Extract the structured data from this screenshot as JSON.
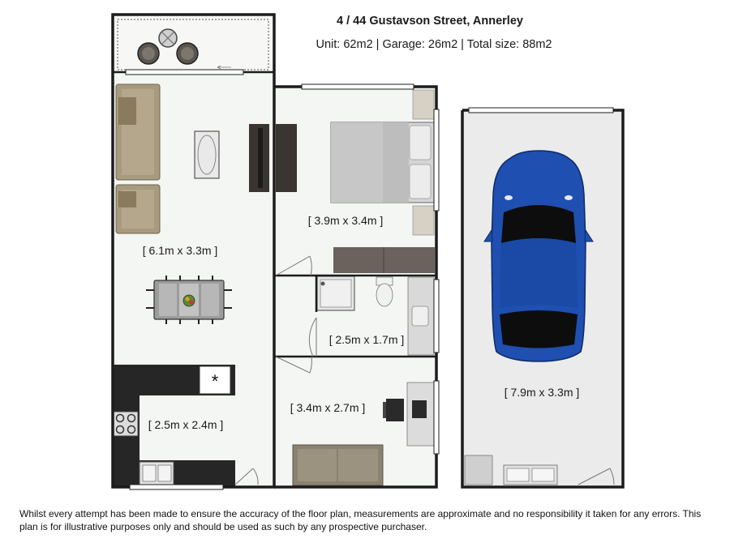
{
  "header": {
    "title": "4 / 44 Gustavson Street, Annerley",
    "subtitle": "Unit: 62m2 | Garage: 26m2 | Total size: 88m2"
  },
  "rooms": {
    "living": "[ 6.1m x 3.3m ]",
    "bedroom_main": "[ 3.9m x 3.4m ]",
    "bathroom": "[ 2.5m x 1.7m ]",
    "bedroom_second": "[ 3.4m x 2.7m ]",
    "kitchen": "[ 2.5m x 2.4m ]",
    "garage": "[ 7.9m x 3.3m ]"
  },
  "disclaimer": "Whilst every attempt has been made to ensure the accuracy of the floor plan, measurements are approximate and no responsibility it taken for any errors. This plan is for illustrative purposes only and should be used as such by any prospective purchaser.",
  "colors": {
    "wall": "#1c1c1c",
    "floor": "#f4f6f3",
    "garage_floor": "#ebebeb",
    "car": "#1f4fb0",
    "sofa": "#a89a7e",
    "bench": "#262626"
  }
}
